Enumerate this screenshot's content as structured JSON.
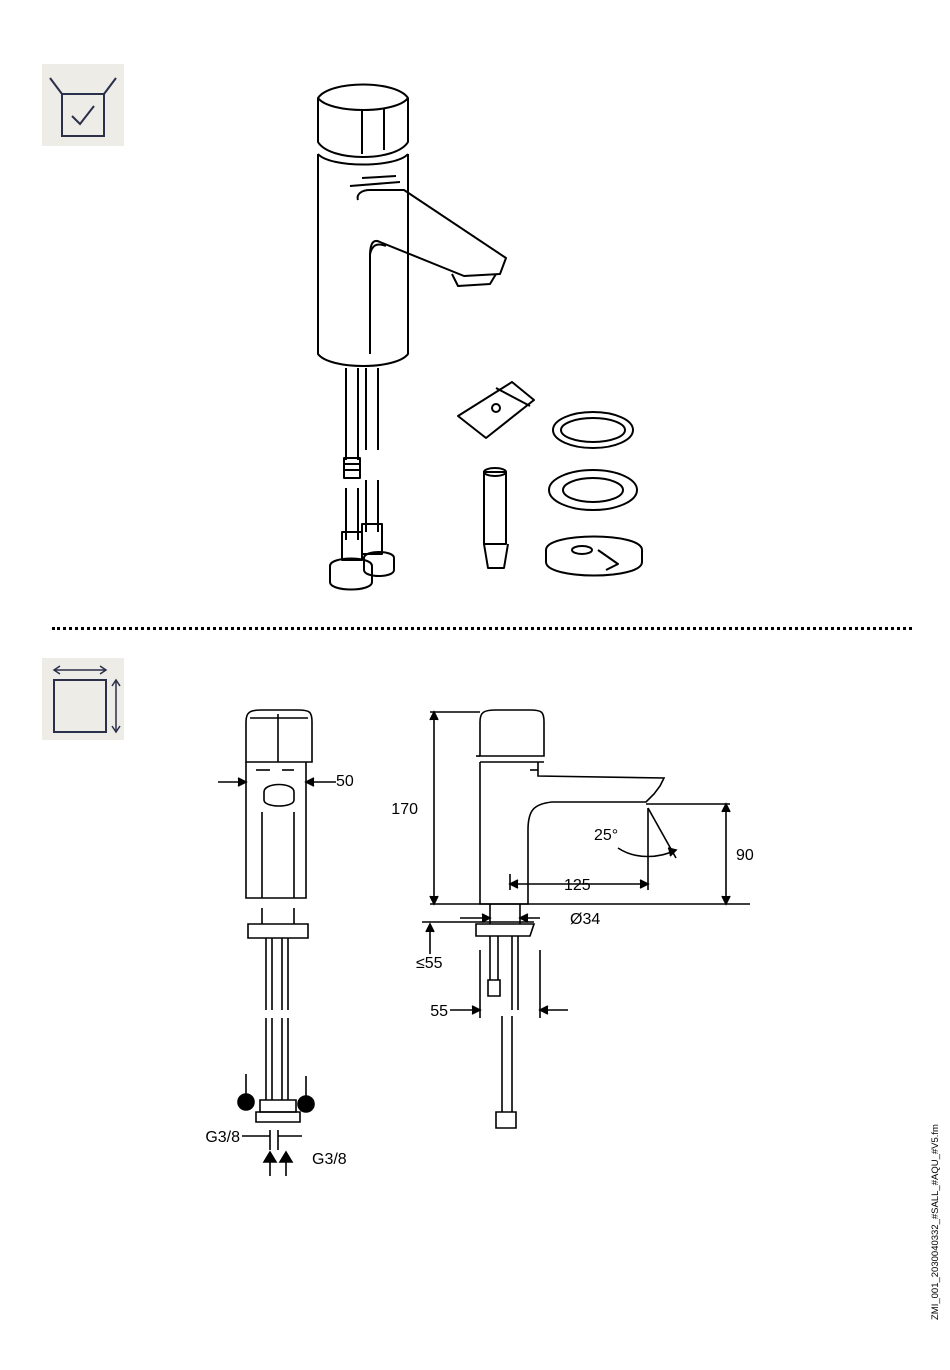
{
  "icons": {
    "contents": "box-check-icon",
    "dimensions": "dimensions-icon"
  },
  "dimensions": {
    "width_front": "50",
    "height": "170",
    "spout_angle": "25°",
    "spout_height": "90",
    "spout_reach": "125",
    "base_diameter": "Ø34",
    "max_counter_thickness": "≤55",
    "hole_offset": "55",
    "connection_left": "G3/8",
    "connection_right": "G3/8"
  },
  "file_reference": "ZMI_001_2030040332_#SALL_#AQU_#V5.fm"
}
